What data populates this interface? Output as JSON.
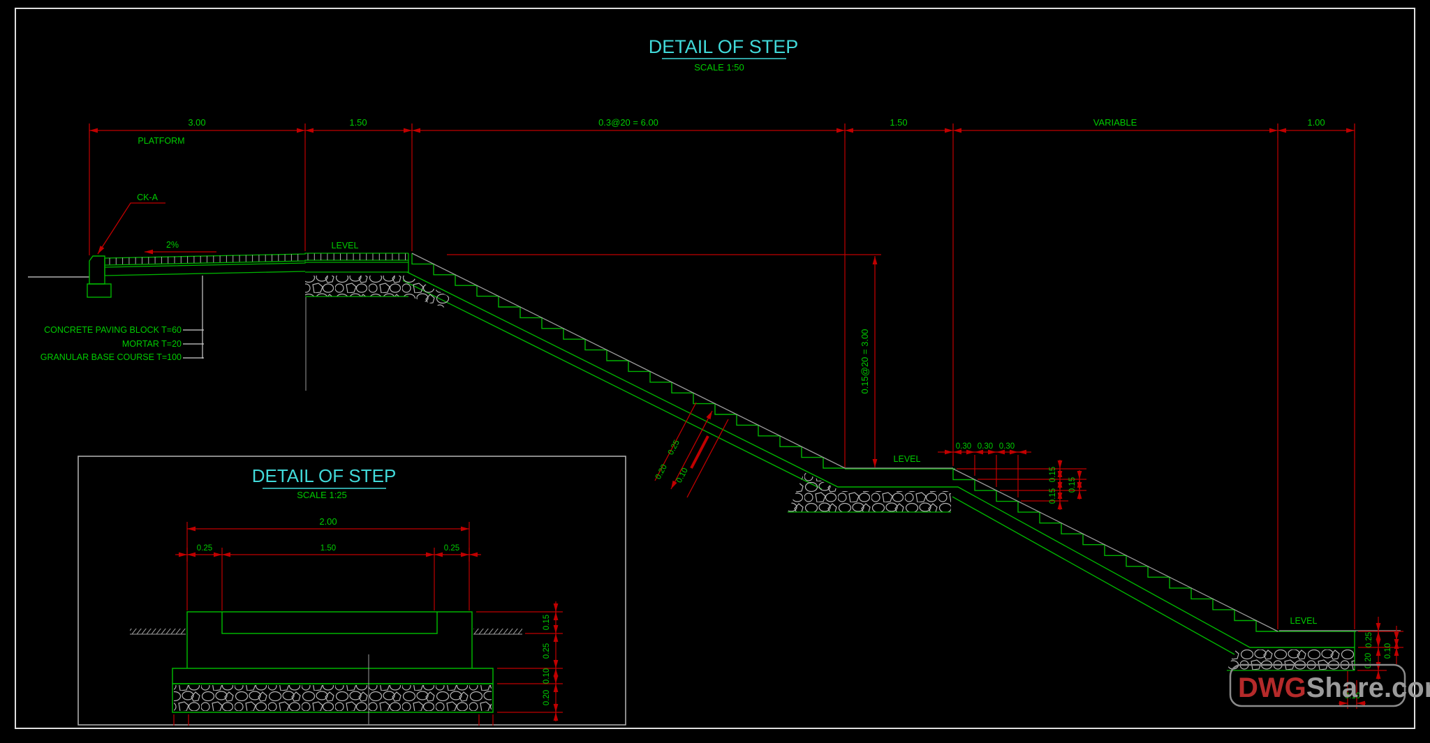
{
  "main_view": {
    "title": "DETAIL OF STEP",
    "scale_label": "SCALE 1:50",
    "top_dims": [
      "3.00",
      "1.50",
      "0.3@20 = 6.00",
      "1.50",
      "VARIABLE",
      "1.00"
    ],
    "platform_label": "PLATFORM",
    "curb_label": "CK-A",
    "slope_label": "2%",
    "level_labels": [
      "LEVEL",
      "LEVEL",
      "LEVEL"
    ],
    "materials": [
      "CONCRETE PAVING BLOCK   T=60",
      "MORTAR   T=20",
      "GRANULAR BASE COURSE  T=100"
    ],
    "total_rise_dim": "0.15@20 = 3.00",
    "tread_dims": [
      "0.30",
      "0.30",
      "0.30"
    ],
    "riser_dims": [
      "0.15",
      "0.15",
      "0.15"
    ],
    "slab_dims": [
      "0.25",
      "0.20",
      "0.10"
    ],
    "end_dims": [
      "0.25",
      "0.10",
      "0.20",
      "0.10"
    ]
  },
  "detail_view": {
    "title": "DETAIL OF STEP",
    "scale_label": "SCALE 1:25",
    "width_dim": "2.00",
    "width_dims": [
      "0.25",
      "1.50",
      "0.25"
    ],
    "height_dims": [
      "0.15",
      "0.25",
      "0.10",
      "0.20"
    ]
  },
  "watermark": {
    "prefix": "DWG",
    "suffix": "Share.com"
  },
  "colors": {
    "background": "#000000",
    "line_green": "#00b400",
    "text_green": "#00cc00",
    "dim_red": "#c00000",
    "title_cyan": "#41d9d9",
    "hatch_gray": "#b5b5b5",
    "frame_white": "#e0e0e0",
    "watermark_red": "#b52a2a",
    "watermark_gray": "#9b9b9b"
  }
}
